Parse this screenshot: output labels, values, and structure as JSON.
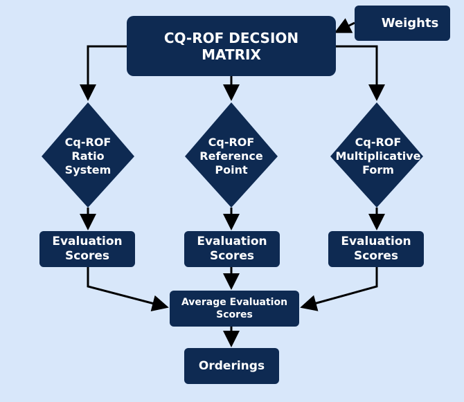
{
  "diagram": {
    "decision_matrix": "CQ-ROF DECSION\nMATRIX",
    "weights": "Weights",
    "methods": [
      {
        "label": "Cq-ROF\nRatio\nSystem"
      },
      {
        "label": "Cq-ROF\nReference\nPoint"
      },
      {
        "label": "Cq-ROF\nMultiplicative\nForm"
      }
    ],
    "evaluations": [
      {
        "label": "Evaluation\nScores"
      },
      {
        "label": "Evaluation\nScores"
      },
      {
        "label": "Evaluation\nScores"
      }
    ],
    "average": "Average Evaluation\nScores",
    "orderings": "Orderings"
  },
  "colors": {
    "background": "#d8e7fa",
    "node_fill": "#0e2a52",
    "node_text": "#ffffff",
    "connector": "#000000"
  }
}
